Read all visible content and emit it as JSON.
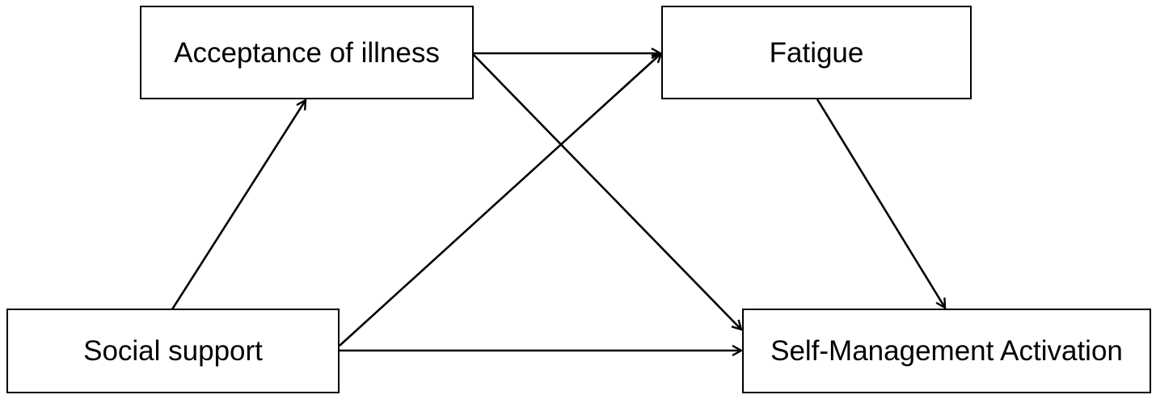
{
  "nodes": {
    "acceptance": {
      "label": "Acceptance of illness"
    },
    "fatigue": {
      "label": "Fatigue"
    },
    "social_support": {
      "label": "Social support"
    },
    "self_management": {
      "label": "Self-Management Activation"
    }
  },
  "edges": [
    {
      "from": "Social support",
      "to": "Acceptance of illness"
    },
    {
      "from": "Social support",
      "to": "Fatigue"
    },
    {
      "from": "Social support",
      "to": "Self-Management Activation"
    },
    {
      "from": "Acceptance of illness",
      "to": "Fatigue"
    },
    {
      "from": "Acceptance of illness",
      "to": "Self-Management Activation"
    },
    {
      "from": "Fatigue",
      "to": "Self-Management Activation"
    }
  ],
  "colors": {
    "stroke": "#000000",
    "background": "#ffffff"
  }
}
